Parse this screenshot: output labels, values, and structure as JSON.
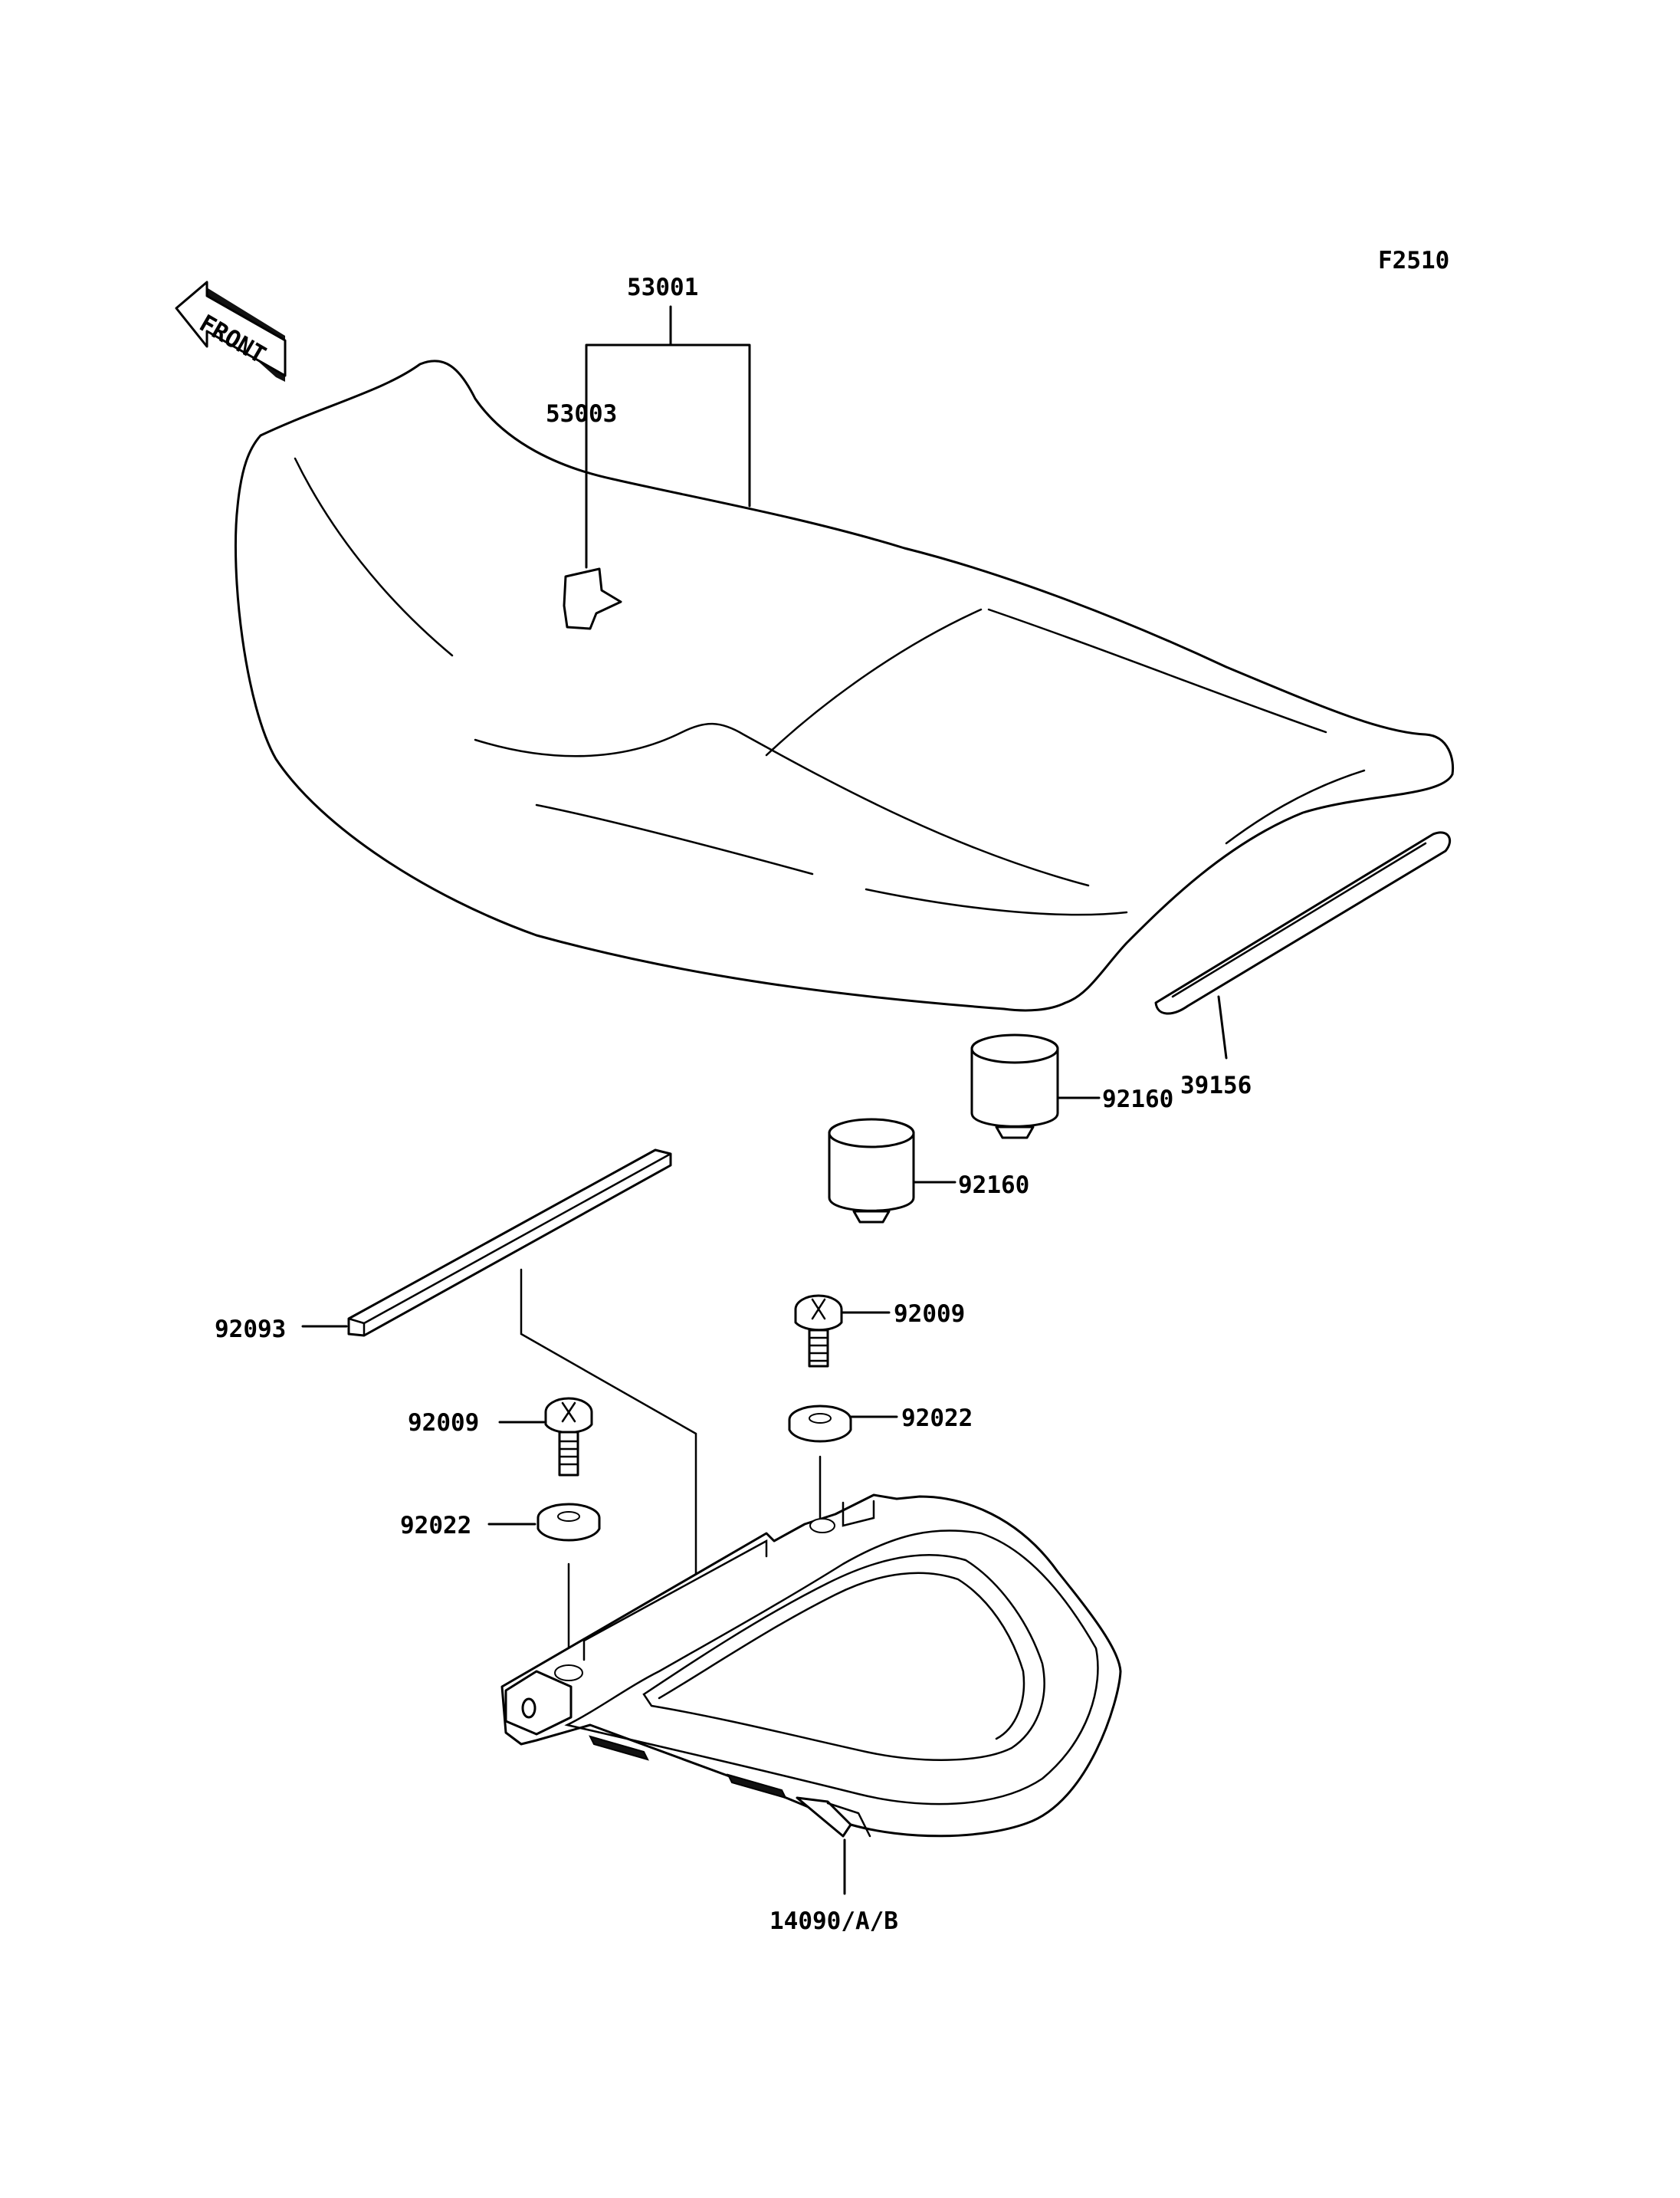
{
  "figure_code": "F2510",
  "front_label": "FRONT",
  "parts": {
    "seat": "53001",
    "seat_tag": "53003",
    "trim_strip": "39156",
    "damper_upper": "92160",
    "damper_lower": "92160",
    "foam_strip": "92093",
    "bolt_right": "92009",
    "washer_right": "92022",
    "bolt_left": "92009",
    "washer_left": "92022",
    "tray": "14090/A/B"
  }
}
